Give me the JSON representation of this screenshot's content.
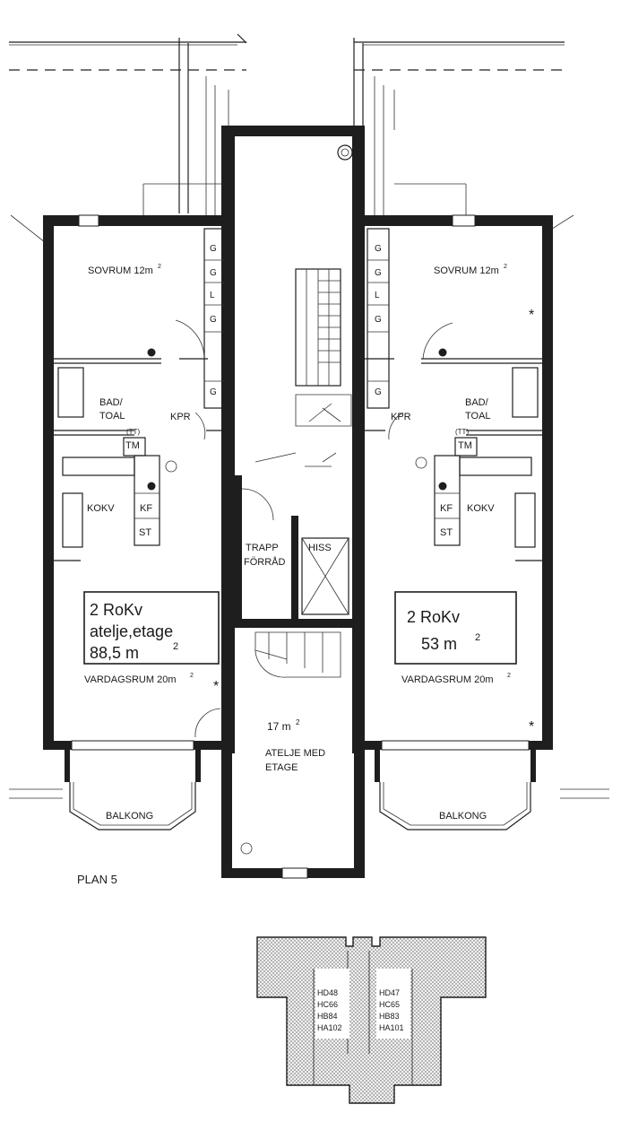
{
  "plan_title": "PLAN 5",
  "apartment_left": {
    "line1": "2 RoKv",
    "line2": "atelje,etage",
    "area": "88,5 m",
    "area_sup": "2"
  },
  "apartment_right": {
    "line1": "2 RoKv",
    "area": "53 m",
    "area_sup": "2"
  },
  "rooms": {
    "bedroom_left": "SOVRUM 12m",
    "bedroom_right": "SOVRUM 12m",
    "sup2": "2",
    "bath_left": [
      "BAD/",
      "TOAL"
    ],
    "bath_right": [
      "BAD/",
      "TOAL"
    ],
    "kpr": "KPR",
    "tm": "TM",
    "tt": "(TT)",
    "kitchen": "KOKV",
    "kf": "KF",
    "st": "ST",
    "storage": [
      "TRAPP",
      "FÖRRÅD"
    ],
    "lift": "HISS",
    "living_left": "VARDAGSRUM 20m",
    "living_right": "VARDAGSRUM 20m",
    "studio_area": "17 m",
    "studio": [
      "ATELJE MED",
      "ETAGE"
    ],
    "balcony": "BALKONG",
    "closet": "G",
    "closet_l": "L",
    "star": "*"
  },
  "key_plan": {
    "left_codes": [
      "HD48",
      "HC66",
      "HB84",
      "HA102"
    ],
    "right_codes": [
      "HD47",
      "HC65",
      "HB83",
      "HA101"
    ]
  }
}
